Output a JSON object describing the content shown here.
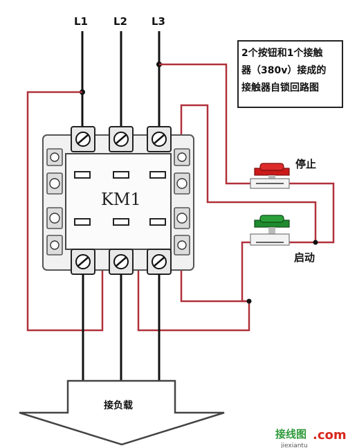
{
  "lines": {
    "l1": "L1",
    "l2": "L2",
    "l3": "L3"
  },
  "title": {
    "line1": "2个按钮和1个接触",
    "line2": "器（380v）接成的",
    "line3": "接触器自锁回路图"
  },
  "contactor": {
    "label": "KM1"
  },
  "buttons": {
    "stop": "停止",
    "start": "启动"
  },
  "load": {
    "label": "接负载"
  },
  "watermark": {
    "brand": "接线图",
    "domain": ".com",
    "url": "jiexiantu"
  },
  "colors": {
    "wire_black": "#111111",
    "wire_red": "#b0303a",
    "stop_button": "#cc1a1a",
    "start_button": "#1f8a2e",
    "watermark_green": "#2e9a3a",
    "watermark_red": "#d8281e"
  }
}
